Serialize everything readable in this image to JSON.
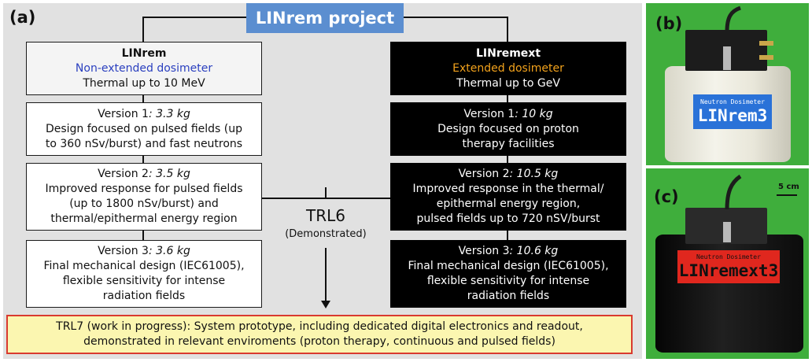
{
  "panels": {
    "a": "(a)",
    "b": "(b)",
    "c": "(c)"
  },
  "title": "LINrem project",
  "left": {
    "header": {
      "name": "LINrem",
      "subtitle": "Non-extended dosimeter",
      "range": "Thermal up to 10 MeV"
    },
    "v1": {
      "prefix": "Version 1",
      "mass": ": 3.3 kg",
      "line1": "Design focused on pulsed fields (up",
      "line2": "to 360 nSv/burst) and fast neutrons"
    },
    "v2": {
      "prefix": "Version 2",
      "mass": ": 3.5 kg",
      "line1": "Improved response for pulsed fields",
      "line2": "(up to  1800 nSv/burst) and",
      "line3": "thermal/epithermal energy region"
    },
    "v3": {
      "prefix": "Version 3",
      "mass": ": 3.6 kg",
      "line1": "Final mechanical design (IEC61005),",
      "line2": "flexible sensitivity for intense",
      "line3": "radiation fields"
    }
  },
  "right": {
    "header": {
      "name": "LINremext",
      "subtitle": "Extended dosimeter",
      "range": "Thermal up to GeV"
    },
    "v1": {
      "prefix": "Version 1",
      "mass": ": 10 kg",
      "line1": "Design focused on proton",
      "line2": "therapy facilities"
    },
    "v2": {
      "prefix": "Version 2",
      "mass": ": 10.5 kg",
      "line1": "Improved response in the thermal/",
      "line2": "epithermal energy region,",
      "line3": "pulsed fields up to 720 nSV/burst"
    },
    "v3": {
      "prefix": "Version 3",
      "mass": ": 10.6 kg",
      "line1": "Final mechanical design (IEC61005),",
      "line2": "flexible sensitivity for intense",
      "line3": "radiation fields"
    }
  },
  "trl6": {
    "label": "TRL6",
    "status": "(Demonstrated)"
  },
  "trl7": {
    "line1": "TRL7 (work in progress): System prototype, including dedicated digital electronics and readout,",
    "line2": "demonstrated in relevant enviroments (proton therapy, continuous and pulsed fields)"
  },
  "photo_b": {
    "plate_small": "Neutron Dosimeter",
    "plate_large": "LINrem3"
  },
  "photo_c": {
    "plate_small": "Neutron Dosimeter",
    "plate_large": "LINremext3",
    "scale": "5 cm"
  },
  "colors": {
    "background": "#e1e1e1",
    "title_fill": "#5b8ed0",
    "non_extended_text": "#2a3fbf",
    "extended_text": "#f2a21c",
    "trl7_fill": "#fbf6b0",
    "trl7_border": "#d93a2f",
    "photo_background": "#3fae3c",
    "plate_b": "#2a72d8",
    "plate_c": "#e0271e"
  }
}
